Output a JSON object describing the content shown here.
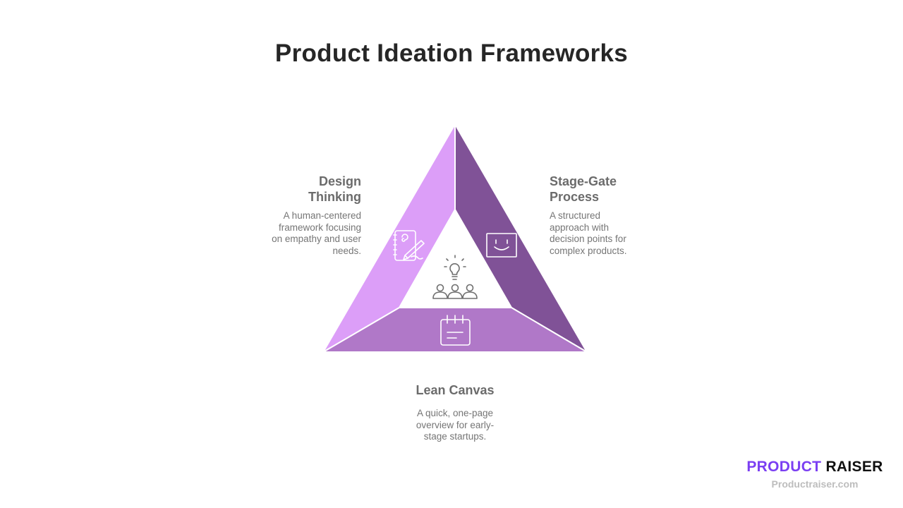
{
  "title": "Product Ideation Frameworks",
  "colors": {
    "design_thinking": "#dc9ef8",
    "stage_gate": "#805297",
    "lean_canvas": "#b078c8",
    "text_heading": "#6b6b6b",
    "text_body": "#757575",
    "brand_purple": "#7b3ff2"
  },
  "segments": [
    {
      "name": "Design Thinking",
      "heading_line1": "Design",
      "heading_line2": "Thinking",
      "desc": [
        "A human-centered",
        "framework focusing",
        "on empathy and user",
        "needs."
      ],
      "icon": "notebook-pen-icon"
    },
    {
      "name": "Stage-Gate Process",
      "heading_line1": "Stage-Gate",
      "heading_line2": "Process",
      "desc": [
        "A structured",
        "approach with",
        "decision points for",
        "complex products."
      ],
      "icon": "smiley-board-icon"
    },
    {
      "name": "Lean Canvas",
      "heading_line1": "Lean Canvas",
      "desc": [
        "A quick, one-page",
        "overview for early-",
        "stage startups."
      ],
      "icon": "calendar-note-icon"
    }
  ],
  "center": {
    "icons": [
      "lightbulb-icon",
      "team-people-icon"
    ]
  },
  "brand": {
    "part1": "PRODUCT",
    "part2": "RAISER",
    "url": "Productraiser.com"
  }
}
